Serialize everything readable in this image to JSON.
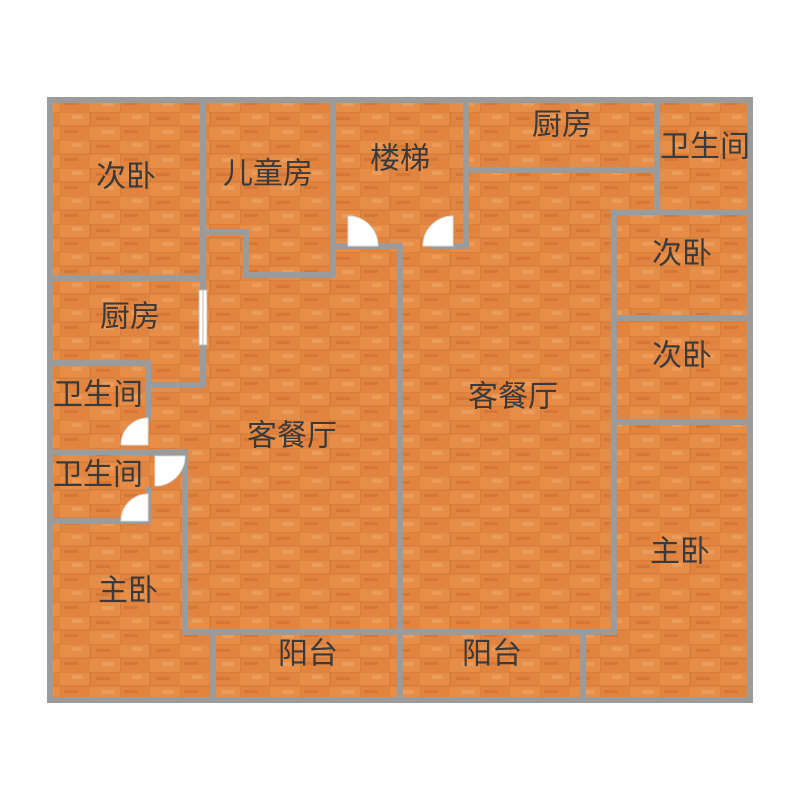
{
  "colors": {
    "floor": "#e0843f",
    "floor_light": "#ea9a55",
    "floor_dark": "#c96a2c",
    "wall": "#9b9b9b",
    "door": "#ffffff",
    "door_arc": "#dcdcdc",
    "text": "#3a3a3a"
  },
  "rooms": [
    {
      "id": "bedroom-nw",
      "label": "次卧"
    },
    {
      "id": "kids-room",
      "label": "儿童房"
    },
    {
      "id": "stairs",
      "label": "楼梯"
    },
    {
      "id": "kitchen-n",
      "label": "厨房"
    },
    {
      "id": "bathroom-ne",
      "label": "卫生间"
    },
    {
      "id": "bedroom-e1",
      "label": "次卧"
    },
    {
      "id": "bedroom-e2",
      "label": "次卧"
    },
    {
      "id": "kitchen-w",
      "label": "厨房"
    },
    {
      "id": "bathroom-w1",
      "label": "卫生间"
    },
    {
      "id": "bathroom-w2",
      "label": "卫生间"
    },
    {
      "id": "living-left",
      "label": "客餐厅"
    },
    {
      "id": "living-right",
      "label": "客餐厅"
    },
    {
      "id": "master-w",
      "label": "主卧"
    },
    {
      "id": "master-e",
      "label": "主卧"
    },
    {
      "id": "balcony-left",
      "label": "阳台"
    },
    {
      "id": "balcony-right",
      "label": "阳台"
    }
  ]
}
